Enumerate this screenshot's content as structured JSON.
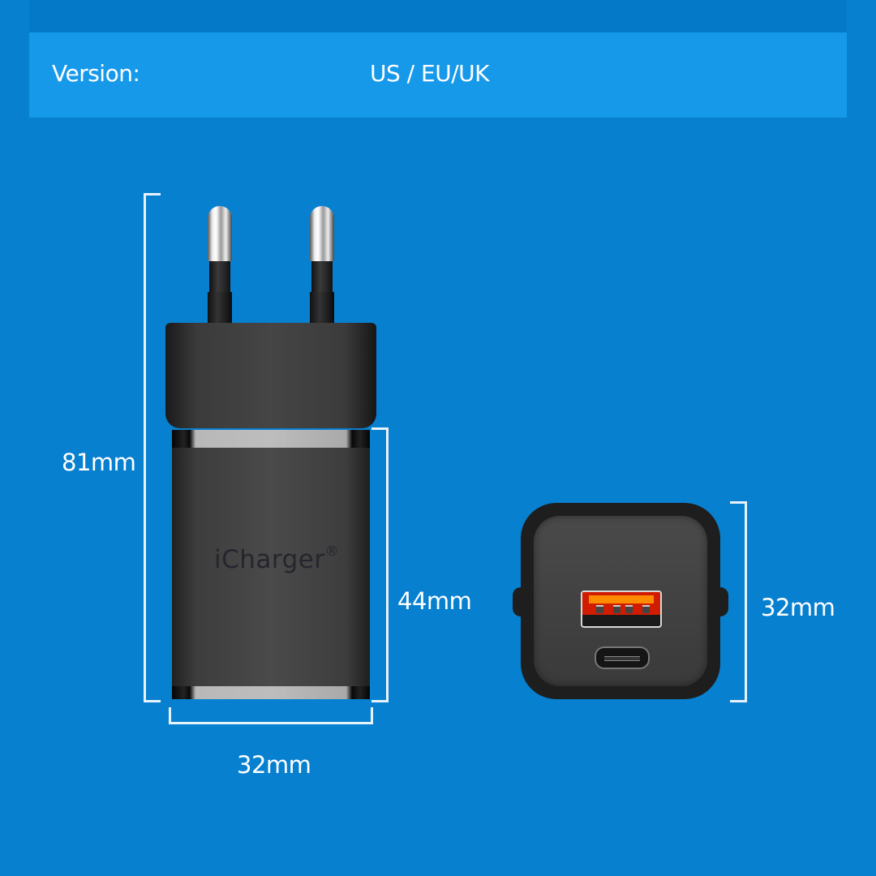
{
  "header": {
    "version_label": "Version:",
    "version_value": "US / EU/UK"
  },
  "side_view": {
    "brand": "iCharger",
    "brand_mark": "®",
    "total_height": "81mm",
    "body_height": "44mm",
    "width": "32mm"
  },
  "front_view": {
    "height": "32mm",
    "ports": [
      "USB-A",
      "USB-C"
    ]
  },
  "colors": {
    "background": "#0880d0",
    "header_bar": "#1799ea",
    "usb_a_accent": "#d01c00",
    "usb_a_strip": "#ff8c00"
  }
}
